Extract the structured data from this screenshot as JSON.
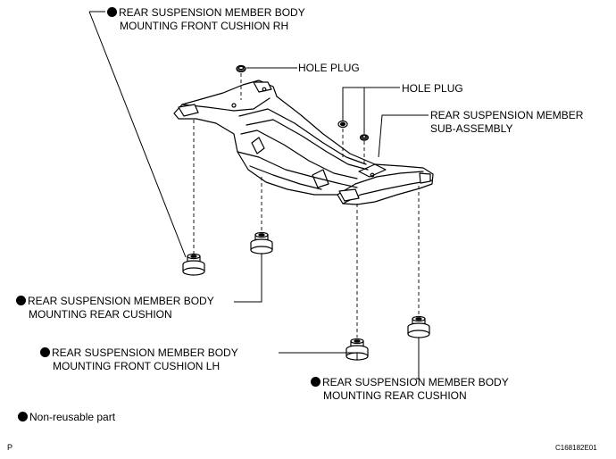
{
  "labels": {
    "front_rh": {
      "line1": "REAR SUSPENSION MEMBER BODY",
      "line2": "MOUNTING FRONT CUSHION RH",
      "non_reusable": true
    },
    "hole_plug_top": {
      "text": "HOLE PLUG"
    },
    "hole_plug_mid": {
      "text": "HOLE PLUG"
    },
    "sub_assembly": {
      "line1": "REAR SUSPENSION MEMBER",
      "line2": "SUB-ASSEMBLY"
    },
    "rear_left": {
      "line1": "REAR SUSPENSION MEMBER BODY",
      "line2": "MOUNTING REAR CUSHION",
      "non_reusable": true
    },
    "front_lh": {
      "line1": "REAR SUSPENSION MEMBER BODY",
      "line2": "MOUNTING FRONT CUSHION LH",
      "non_reusable": true
    },
    "rear_right": {
      "line1": "REAR SUSPENSION MEMBER BODY",
      "line2": "MOUNTING REAR CUSHION",
      "non_reusable": true
    }
  },
  "legend": {
    "text": "Non-reusable part"
  },
  "corner_code": "P",
  "figure_code": "C168182E01"
}
